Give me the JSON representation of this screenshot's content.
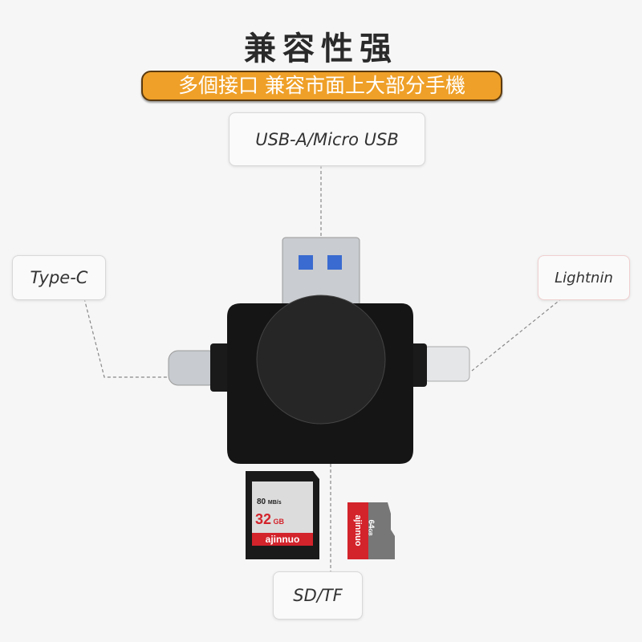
{
  "header": {
    "title": "兼容性强",
    "subtitle": "多個接口 兼容市面上大部分手機"
  },
  "labels": {
    "usb": "USB-A/Micro USB",
    "typec": "Type-C",
    "lightning": "Lightnin",
    "sdtf": "SD/TF"
  },
  "sd_card": {
    "speed": "80",
    "speed_unit": "MB/s",
    "capacity": "32",
    "unit": "GB",
    "brand": "ajinnuo"
  },
  "micro_sd": {
    "brand": "ajinnuo",
    "capacity": "64",
    "unit": "GB"
  },
  "colors": {
    "accent": "#efa028",
    "card_red": "#d3232b",
    "body": "#151515"
  }
}
